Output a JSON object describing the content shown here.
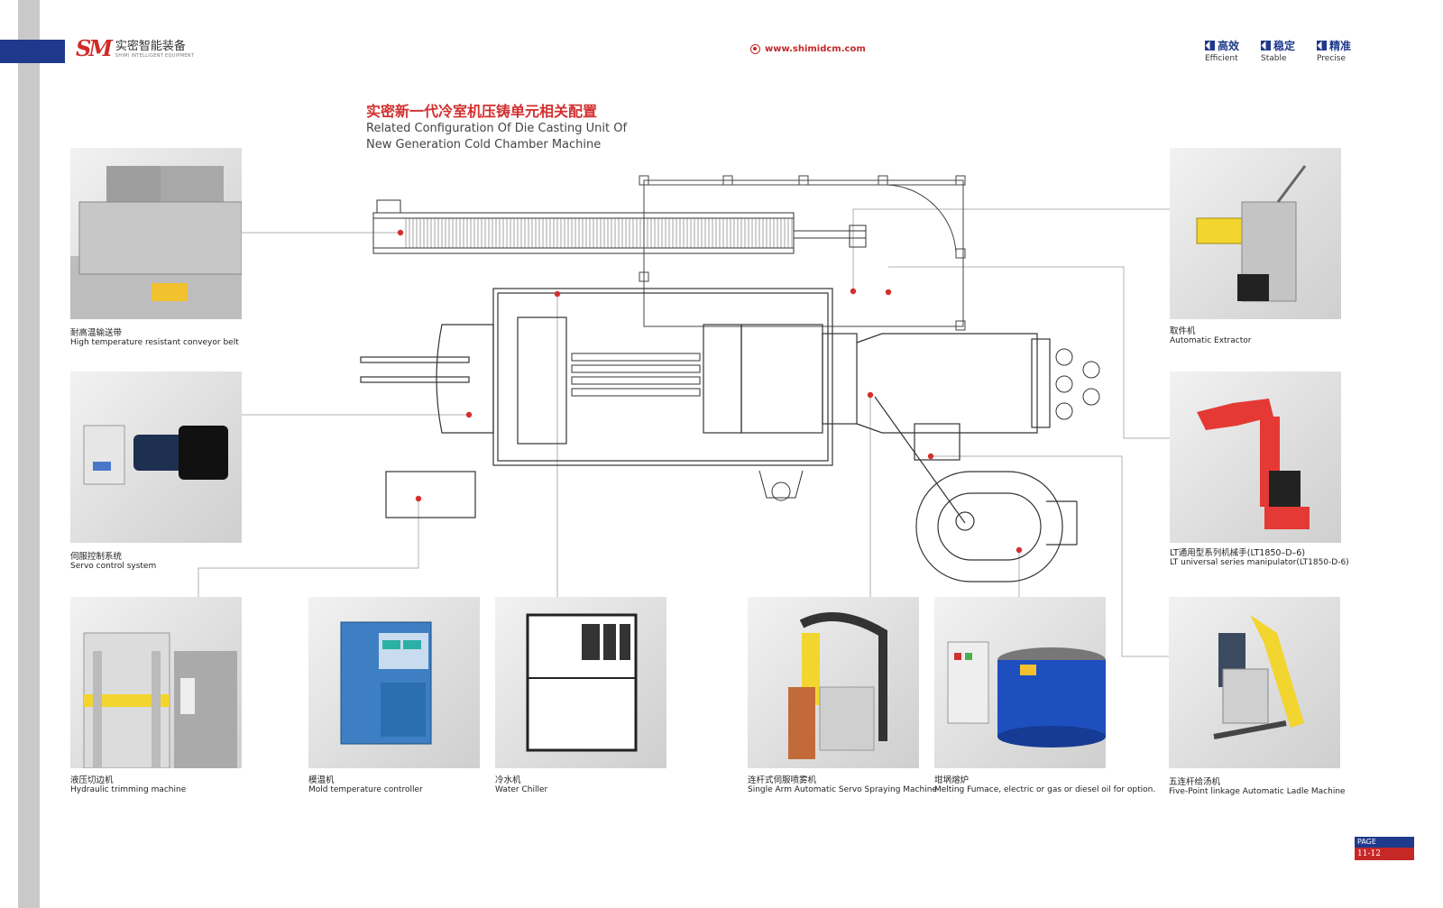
{
  "brand": {
    "logo_mark": "SM",
    "name_cn": "实密智能装备",
    "name_en": "SHIMI INTELLIGENT EQUIPMENT"
  },
  "website": "www.shimidcm.com",
  "tags": [
    {
      "cn": "高效",
      "en": "Efficient"
    },
    {
      "cn": "稳定",
      "en": "Stable"
    },
    {
      "cn": "精准",
      "en": "Precise"
    }
  ],
  "title": {
    "cn": "实密新一代冷室机压铸单元相关配置",
    "en_line1": "Related Configuration Of Die Casting Unit Of",
    "en_line2": "New Generation Cold Chamber Machine"
  },
  "components": [
    {
      "cn": "耐高温输送带",
      "en": "High temperature resistant conveyor belt"
    },
    {
      "cn": "伺服控制系统",
      "en": "Servo control system"
    },
    {
      "cn": "液压切边机",
      "en": "Hydraulic trimming machine"
    },
    {
      "cn": "模温机",
      "en": "Mold temperature controller"
    },
    {
      "cn": "冷水机",
      "en": "Water Chiller"
    },
    {
      "cn": "连杆式伺服喷雾机",
      "en": "Single Arm Automatic Servo Spraying Machine"
    },
    {
      "cn": "坩埚熔炉",
      "en": "Melting Fumace, electric or gas or diesel oil for option."
    },
    {
      "cn": "五连杆给汤机",
      "en": "Five-Point linkage Automatic Ladle Machine"
    },
    {
      "cn": "取件机",
      "en": "Automatic Extractor"
    },
    {
      "cn": "LT通用型系列机械手(LT1850–D–6)",
      "en": "LT universal series manipulator(LT1850-D-6)"
    }
  ],
  "page": {
    "label": "PAGE",
    "number": "11-12"
  },
  "colors": {
    "accent_blue": "#1f3a8c",
    "accent_red": "#c62828",
    "line_gray": "#b0b0b0"
  }
}
